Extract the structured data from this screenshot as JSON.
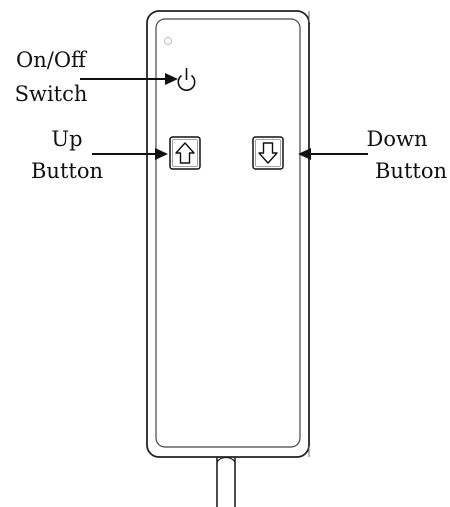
{
  "labels": {
    "on_off_line1": "On/Off",
    "on_off_line2": "Switch",
    "up_line1": "Up",
    "up_line2": "Button",
    "down_line1": "Down",
    "down_line2": "Button"
  },
  "colors": {
    "ink": "#111111",
    "background": "#ffffff"
  },
  "icons": {
    "power": "power-icon",
    "up": "up-arrow-icon",
    "down": "down-arrow-icon"
  }
}
